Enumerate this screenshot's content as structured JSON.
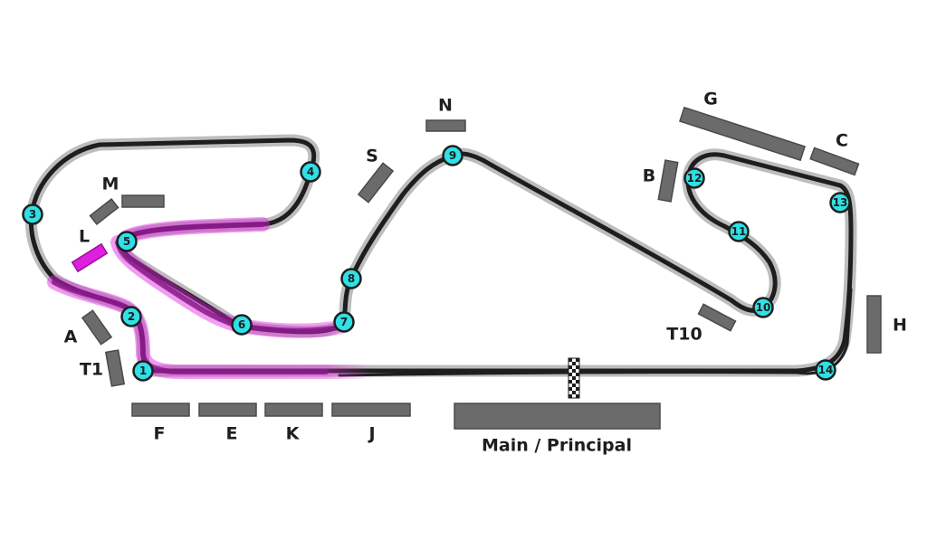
{
  "colors": {
    "track": "#1e1e1e",
    "track_halo": "#bdbdbd",
    "highlight": "#e01ee0",
    "turn_marker": "#2fe0e6",
    "grandstand": "#6b6b6b"
  },
  "turns": [
    "1",
    "2",
    "3",
    "4",
    "5",
    "6",
    "7",
    "8",
    "9",
    "10",
    "11",
    "12",
    "13",
    "14"
  ],
  "grandstands": {
    "A": "A",
    "B": "B",
    "C": "C",
    "E": "E",
    "F": "F",
    "G": "G",
    "H": "H",
    "J": "J",
    "K": "K",
    "L": "L",
    "M": "M",
    "N": "N",
    "S": "S",
    "T1": "T1",
    "T10": "T10",
    "main": "Main / Principal"
  },
  "icons": {
    "finish": "checkered-flag-icon"
  }
}
